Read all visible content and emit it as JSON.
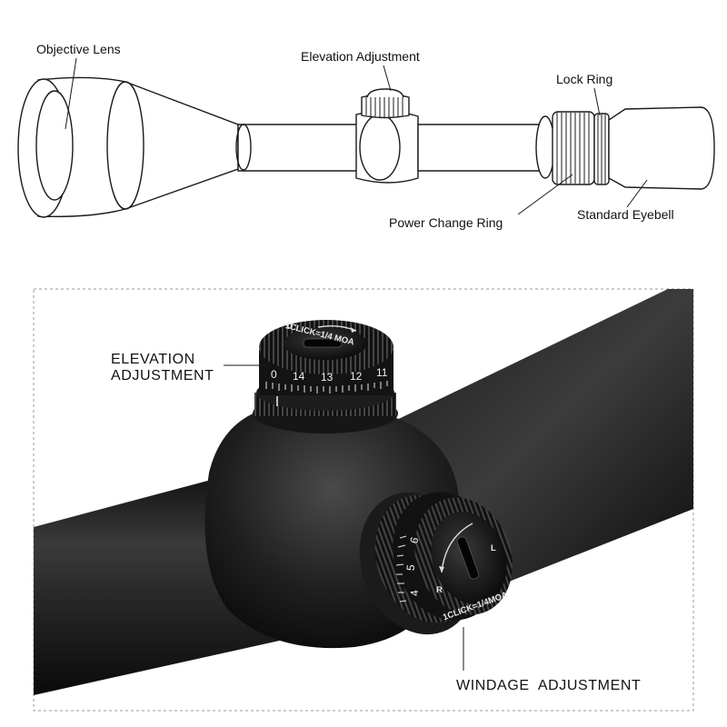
{
  "top_diagram": {
    "labels": {
      "objective_lens": "Objective Lens",
      "elevation_adjustment": "Elevation Adjustment",
      "lock_ring": "Lock Ring",
      "power_change_ring": "Power Change Ring",
      "standard_eyebell": "Standard Eyebell"
    }
  },
  "photo": {
    "labels": {
      "elevation_line1": "ELEVATION",
      "elevation_line2": "ADJUSTMENT",
      "windage": "WINDAGE  ADJUSTMENT"
    },
    "elevation_dial": {
      "numbers": [
        "0",
        "14",
        "13",
        "12",
        "11"
      ],
      "cap_text": "1CLICK=1/4 MOA",
      "cap_letter": "U"
    },
    "windage_dial": {
      "numbers": [
        "6",
        "5",
        "4"
      ],
      "cap_text": "1CLICK=1/4MOA",
      "letter_r": "R",
      "letter_l": "L"
    }
  },
  "colors": {
    "line": "#1a1a1a",
    "dashed_border": "#9a9a9a",
    "scope_dark": "#141414",
    "scope_highlight": "#4a4a4a"
  }
}
